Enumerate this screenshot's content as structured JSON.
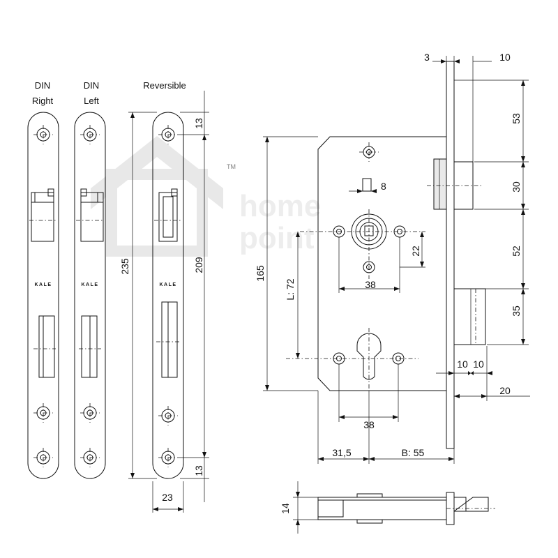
{
  "plates": {
    "din_right": {
      "line1": "DIN",
      "line2": "Right"
    },
    "din_left": {
      "line1": "DIN",
      "line2": "Left"
    },
    "reversible": {
      "title": "Reversible"
    },
    "brand": "KALE"
  },
  "plate_dims": {
    "total_length": "235",
    "hole_span": "209",
    "top_offset": "13",
    "bottom_offset": "13",
    "width": "23"
  },
  "lock_dims": {
    "faceplate": "3",
    "latch_projection": "10",
    "top": "53",
    "latch": "30",
    "mid": "52",
    "bolt": "35",
    "body_height": "165",
    "centre_distance": "L: 72",
    "spindle": "8",
    "handle_offset": "22",
    "handle_holes": "38",
    "cylinder_holes": "38",
    "bolt_a": "10",
    "bolt_b": "10",
    "bolt_throw": "20",
    "offset_left": "31,5",
    "backset": "B: 55",
    "thickness": "14"
  },
  "watermark": {
    "line1": "home",
    "line2": "point",
    "tm": "TM"
  },
  "colors": {
    "line": "#111111",
    "watermark": "#c9c9c9"
  }
}
